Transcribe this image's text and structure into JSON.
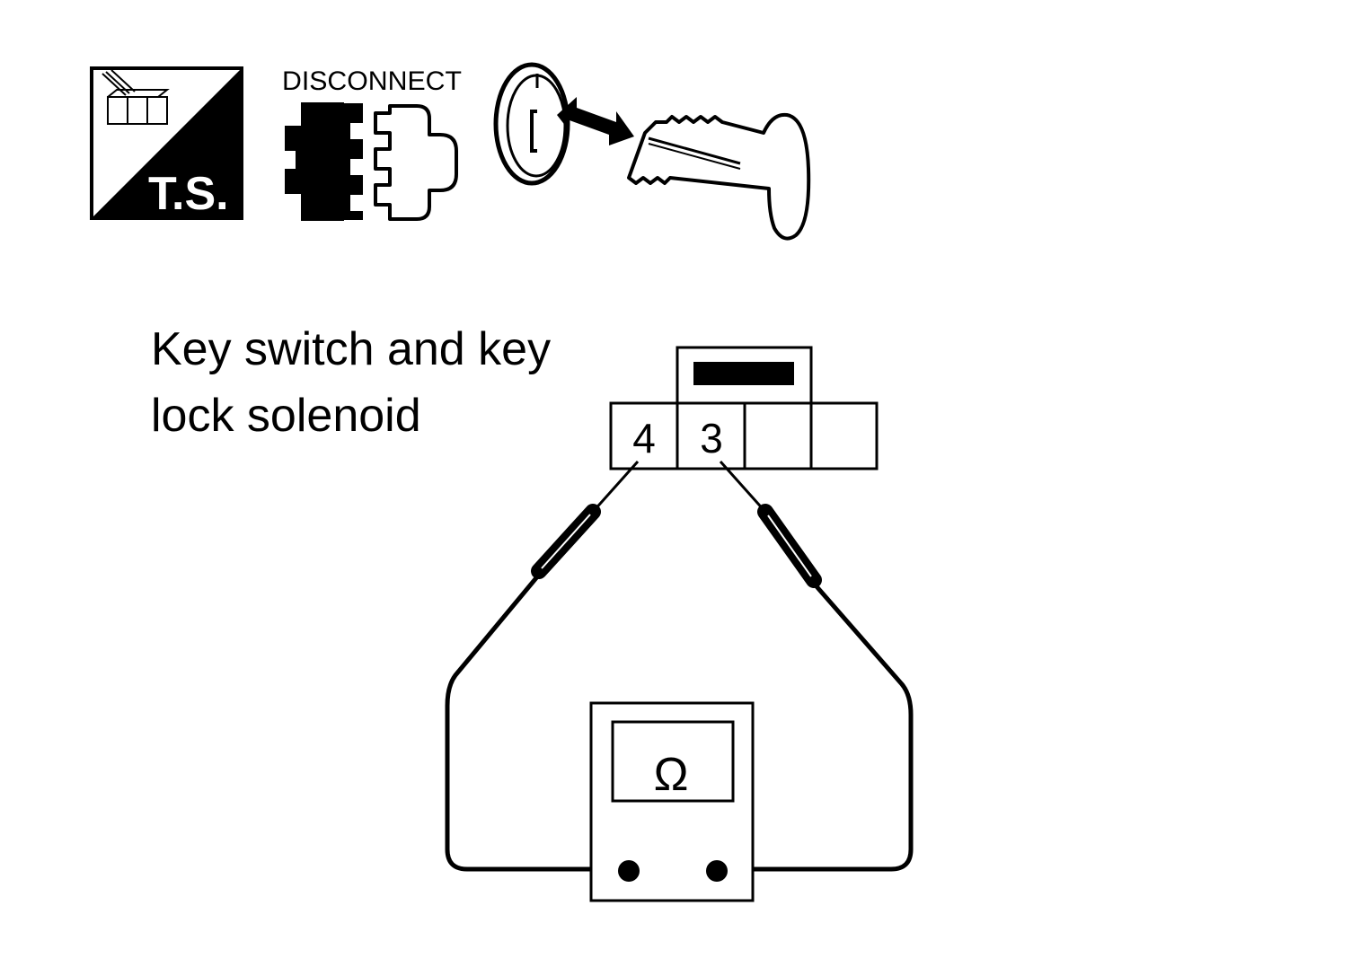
{
  "icons": {
    "ts_label": "T.S.",
    "disconnect_label": "DISCONNECT"
  },
  "component": {
    "name_line1": "Key switch and key",
    "name_line2": "lock solenoid"
  },
  "connector": {
    "terminals": [
      "4",
      "3",
      "",
      ""
    ]
  },
  "meter": {
    "symbol": "Ω"
  },
  "colors": {
    "ink": "#000000",
    "paper": "#ffffff"
  }
}
